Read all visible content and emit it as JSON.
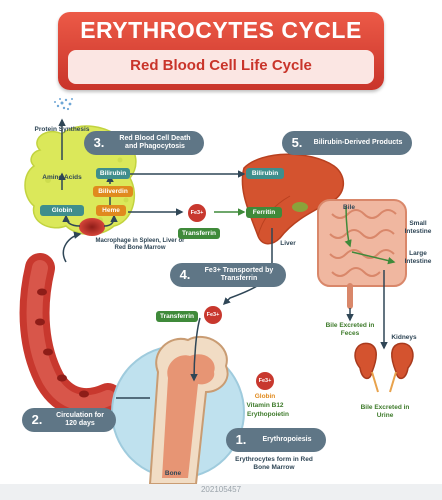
{
  "title": {
    "main": "ERYTHROCYTES CYCLE",
    "subtitle": "Red Blood Cell Life Cycle"
  },
  "steps": [
    {
      "num": "3.",
      "label": "Red Blood Cell Death and Phagocytosis"
    },
    {
      "num": "5.",
      "label": "Bilirubin-Derived Products"
    },
    {
      "num": "4.",
      "label": "Fe3+ Transported by Transferrin"
    },
    {
      "num": "2.",
      "label": "Circulation for 120 days"
    },
    {
      "num": "1.",
      "label": "Erythropoiesis"
    }
  ],
  "labels": {
    "protein_synthesis": "Protein Synthesis",
    "amino_acids": "Amino Acids",
    "globin": "Globin",
    "heme": "Heme",
    "bilirubin": "Bilirubin",
    "biliverdin": "Biliverdin",
    "macrophage": "Macrophage in Spleen, Liver or Red Bone Marrow",
    "fe3_ion": "Fe3+",
    "transferrin": "Transferrin",
    "ferritin": "Ferritin",
    "liver": "Liver",
    "bile": "Bile",
    "small_intestine": "Small Intestine",
    "large_intestine": "Large Intestine",
    "bile_feces": "Bile Excreted in Feces",
    "kidneys": "Kidneys",
    "bile_urine": "Bile Excreted in Urine",
    "bone_globin": "Globin",
    "vitamin_b12": "Vitamin B12",
    "erythropoietin": "Erythopoietin",
    "erythrocytes_form": "Erythrocytes form in Red Bone Marrow",
    "bone": "Bone",
    "stock_id": "202105457"
  },
  "colors": {
    "banner": "#d8392d",
    "step_box": "#5f7686",
    "tag_green": "#3f8a3a",
    "tag_orange": "#e08a1e",
    "tag_teal": "#3f8e8c",
    "macrophage": "#dbe85a",
    "blood": "#c8382e",
    "liver": "#d4532f",
    "intestine": "#f0b7a0",
    "bone_circle": "#bfe1ee",
    "arrow": "#2f4656"
  }
}
